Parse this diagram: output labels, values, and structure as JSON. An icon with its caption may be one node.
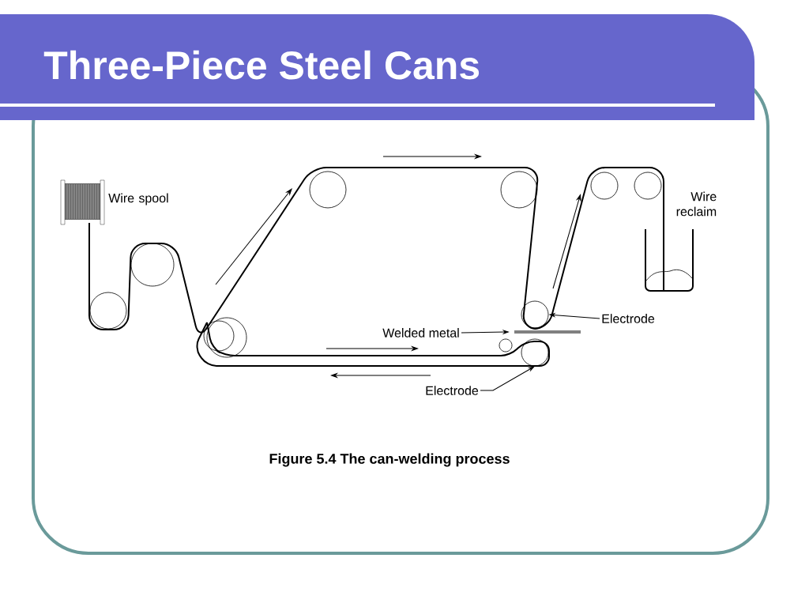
{
  "diagram": {
    "title": "Three-Piece Steel Cans",
    "caption": "Figure 5.4  The can-welding process",
    "nodes": [
      {
        "text": [
          "Welded metal"
        ]
      },
      {
        "text": [
          "Electrode"
        ]
      },
      {
        "text": [
          "Electrode"
        ]
      },
      {
        "text": [],
        "shape": "circle"
      },
      {
        "text": [],
        "shape": "circle"
      },
      {
        "text": [],
        "shape": "bar"
      }
    ],
    "edges": [
      {
        "from": 0,
        "to": 5,
        "arrow": "to"
      },
      {
        "from": 1,
        "to": 3,
        "arrow": "to"
      },
      {
        "from": 2,
        "to": 4,
        "arrow": "to"
      }
    ],
    "labels": [
      "Wire spool",
      "Wire reclaim"
    ]
  }
}
